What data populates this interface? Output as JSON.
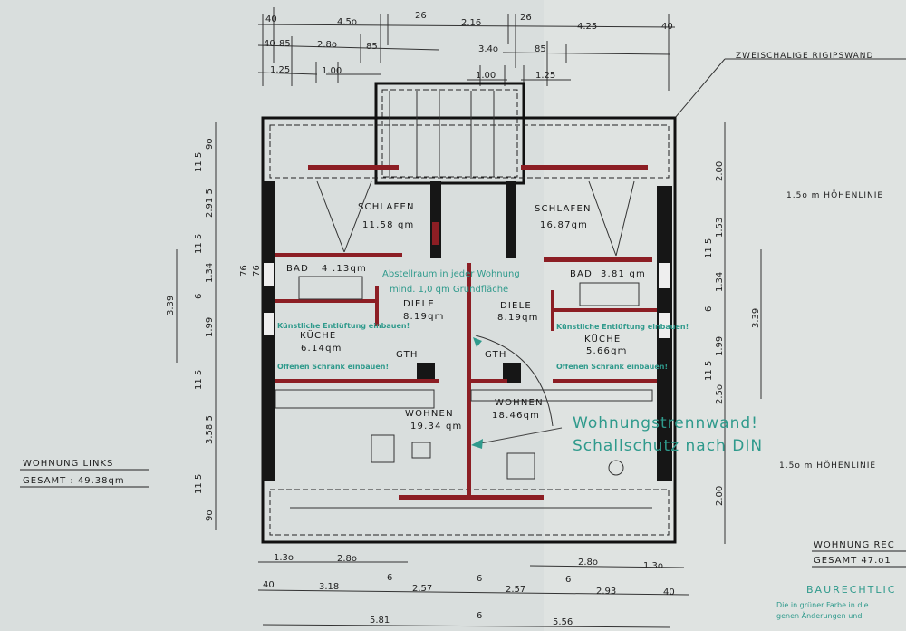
{
  "top_dimensions": {
    "row1": [
      "40",
      "4.5o",
      "26",
      "2.16",
      "26",
      "4.25",
      "40"
    ],
    "row2": [
      "40",
      "85",
      "2.8o",
      "85",
      "3.4o",
      "85"
    ],
    "row3": [
      "1.25",
      "1.00",
      "1.00",
      "1.25"
    ]
  },
  "wall_note": "ZWEISCHALIGE RIGIPSWAND",
  "left_dimensions": [
    "9o",
    "11 5",
    "2.91 5",
    "11 5",
    "1.34",
    "6",
    "1.99",
    "11 5",
    "3.58 5",
    "11 5",
    "9o",
    "3.39",
    "76",
    "76"
  ],
  "right_dimensions": [
    "2.00",
    "1.53",
    "11 5",
    "1.34",
    "6",
    "1.99",
    "11 5",
    "2.5o",
    "2.00",
    "3.39"
  ],
  "contour_lines": [
    "1.5o m  HÖHENLINIE",
    "1.5o m   HÖHENLINIE"
  ],
  "apartment_left": {
    "name": "WOHNUNG  LINKS",
    "total": "GESAMT  :  49.38qm"
  },
  "apartment_right": {
    "name": "WOHNUNG  REC",
    "total": "GESAMT   47.o1"
  },
  "approval_stamp": {
    "title": "BAURECHTLIC",
    "line1": "Die in grüner Farbe in die",
    "line2": "genen Änderungen und"
  },
  "bottom_dimensions": {
    "row1": [
      "1.3o",
      "2.8o",
      "2.8o",
      "1.3o"
    ],
    "row2": [
      "40",
      "3.18",
      "6",
      "2.57",
      "6",
      "2.57",
      "6",
      "2.93",
      "40"
    ],
    "row3": [
      "5.81",
      "6",
      "5.56"
    ]
  },
  "rooms_left": [
    {
      "name": "SCHLAFEN",
      "area": "11.58 qm"
    },
    {
      "name": "BAD",
      "area": "4 .13qm"
    },
    {
      "name": "DIELE",
      "area": "8.19qm"
    },
    {
      "name": "KÜCHE",
      "area": "6.14qm"
    },
    {
      "name": "GTH",
      "area": ""
    },
    {
      "name": "WOHNEN",
      "area": "19.34 qm"
    }
  ],
  "rooms_right": [
    {
      "name": "SCHLAFEN",
      "area": "16.87qm"
    },
    {
      "name": "BAD",
      "area": "3.81 qm"
    },
    {
      "name": "DIELE",
      "area": "8.19qm"
    },
    {
      "name": "KÜCHE",
      "area": "5.66qm"
    },
    {
      "name": "GTH",
      "area": ""
    },
    {
      "name": "WOHNEN",
      "area": "18.46qm"
    }
  ],
  "green_annotations": {
    "storage_line1": "Abstellraum in jeder Wohnung",
    "storage_line2": "mind. 1,0 qm Grundfläche",
    "vent_left": "Künstliche Entlüftung einbauen!",
    "vent_right": "Künstliche Entlüftung einbauen!",
    "cabinet_left": "Offenen Schrank einbauen!",
    "cabinet_right": "Offenen Schrank einbauen!",
    "party_wall_line1": "Wohnungstrennwand!",
    "party_wall_line2": "Schallschutz nach DIN"
  },
  "colors": {
    "paper": "#d9dedd",
    "wall": "#161616",
    "red_wall": "#8c1e24",
    "green_ink": "#2f9a8c"
  }
}
